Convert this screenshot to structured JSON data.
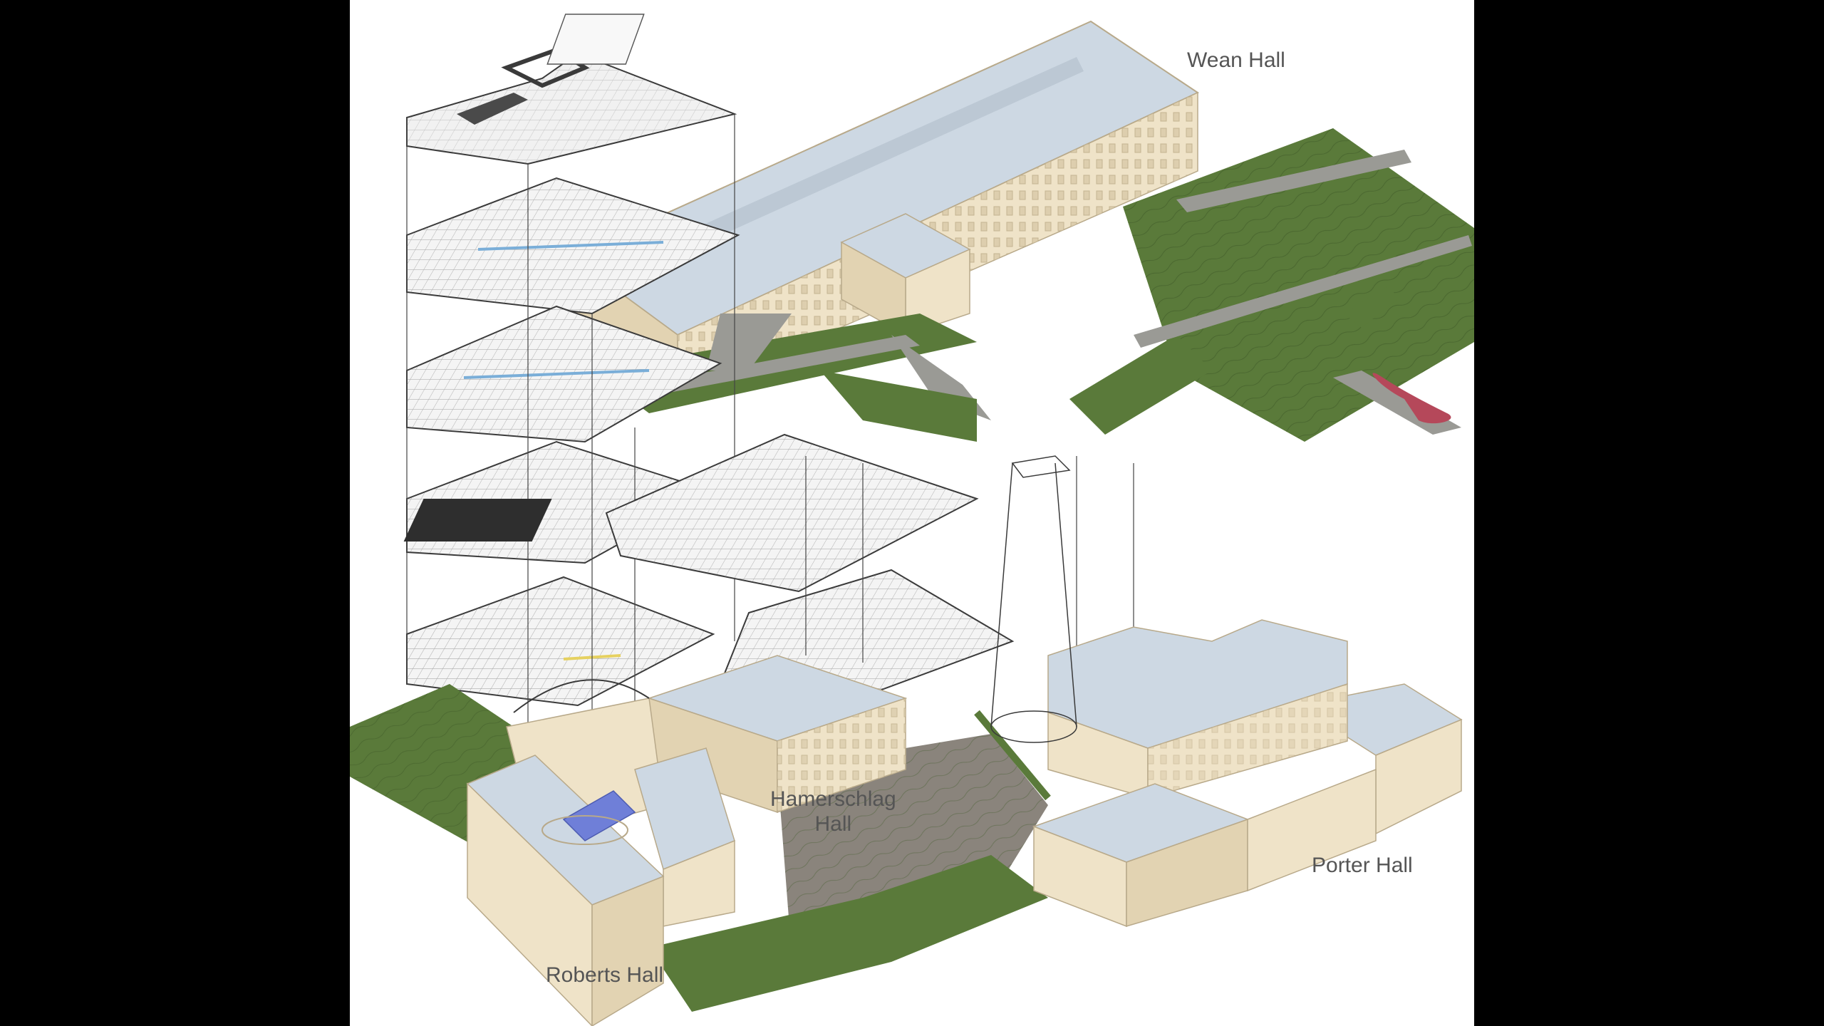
{
  "labels": {
    "wean": "Wean Hall",
    "hamerschlag_line1": "Hamerschlag",
    "hamerschlag_line2": "Hall",
    "porter": "Porter Hall",
    "roberts": "Roberts Hall"
  },
  "colors": {
    "background": "#000000",
    "canvas": "#ffffff",
    "building_wall": "#efe3c8",
    "building_wall_shade": "#e2d3b2",
    "roof": "#cdd8e3",
    "lawn": "#5a7a3a",
    "path": "#9a9a95",
    "plaza": "#8a847c",
    "floor_plate": "#f4f4f4",
    "linework": "#3a3a3a",
    "accent_red": "#b5485a",
    "skylight": "#6f7fd8",
    "label_text": "#555555"
  }
}
